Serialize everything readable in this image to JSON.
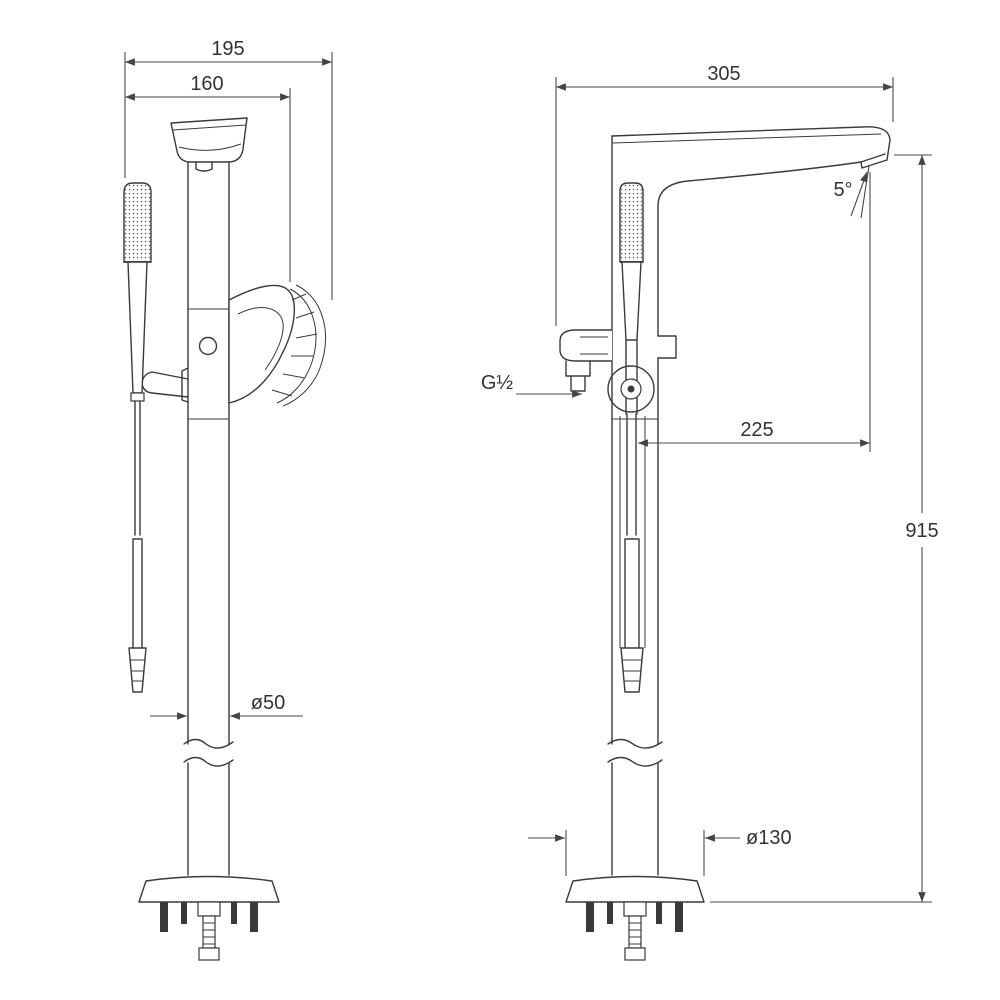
{
  "front_view": {
    "overall_width": "195",
    "handle_width": "160",
    "column_diameter": "ø50"
  },
  "side_view": {
    "overall_depth": "305",
    "spout_angle": "5°",
    "inlet_connection": "G½",
    "spout_projection": "225",
    "overall_height": "915",
    "base_diameter": "ø130"
  },
  "colors": {
    "object_line": "#3a3a3a",
    "dimension_line": "#4a4a4a",
    "text": "#333333",
    "background": "#ffffff"
  }
}
